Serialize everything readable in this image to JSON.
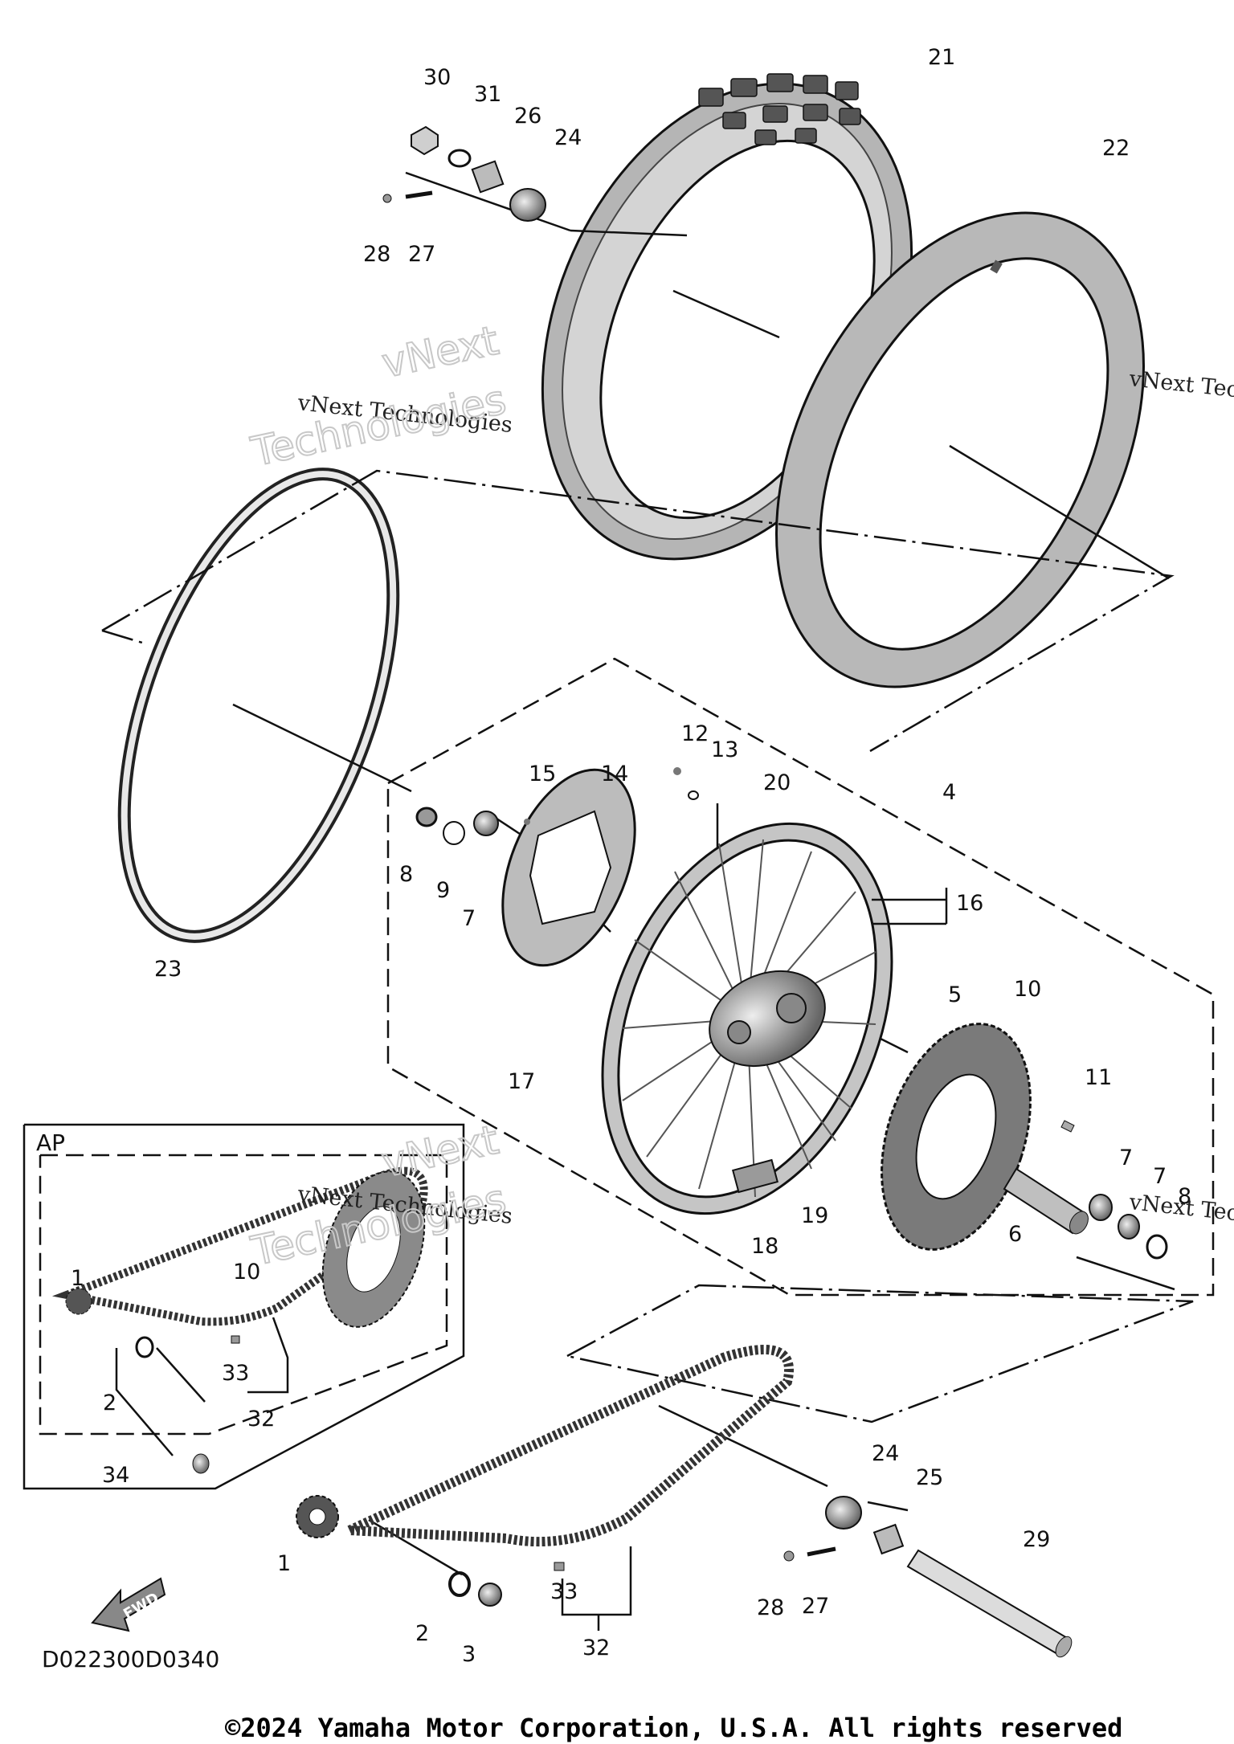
{
  "diagram_code": "D022300D0340",
  "copyright": "©2024 Yamaha Motor Corporation, U.S.A. All rights reserved",
  "inset_label": "AP",
  "fwd_label": "FWD",
  "watermark": {
    "line1": "vNext Technologies",
    "big1": "vNext",
    "big2": "Technologies"
  },
  "callouts": {
    "c30": "30",
    "c31": "31",
    "c26": "26",
    "c24a": "24",
    "c28a": "28",
    "c27a": "27",
    "c21": "21",
    "c22": "22",
    "c23": "23",
    "c12": "12",
    "c13": "13",
    "c15": "15",
    "c14": "14",
    "c20": "20",
    "c4": "4",
    "c8a": "8",
    "c9": "9",
    "c7a": "7",
    "c16": "16",
    "c5": "5",
    "c10a": "10",
    "c17": "17",
    "c11": "11",
    "c7b": "7",
    "c7c": "7",
    "c8b": "8",
    "c6": "6",
    "c19": "19",
    "c18": "18",
    "c1a": "1",
    "c10b": "10",
    "c2a": "2",
    "c33a": "33",
    "c32a": "32",
    "c34": "34",
    "c24b": "24",
    "c25": "25",
    "c29": "29",
    "c1b": "1",
    "c28b": "28",
    "c27b": "27",
    "c33b": "33",
    "c2b": "2",
    "c3": "3",
    "c32b": "32"
  }
}
